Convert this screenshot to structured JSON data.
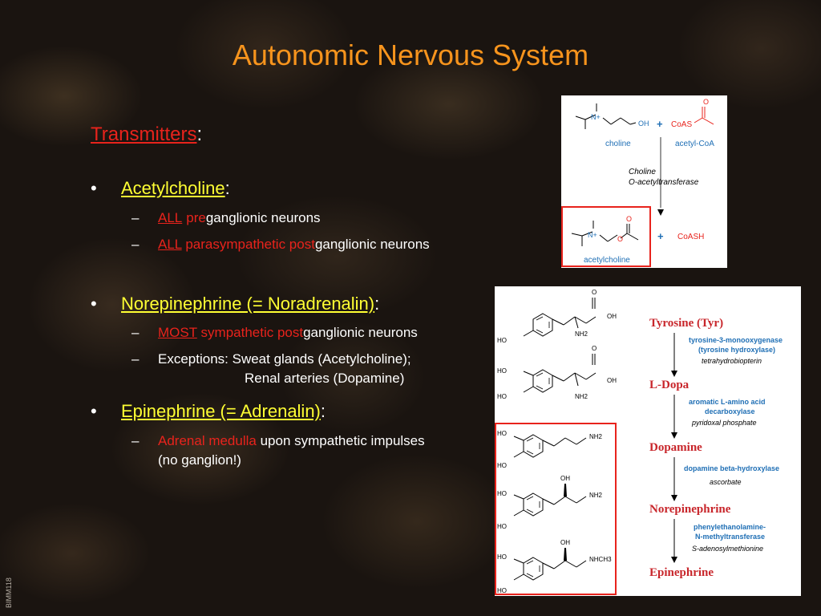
{
  "slide": {
    "title": "Autonomic Nervous System",
    "section_heading": "Transmitters",
    "section_colon": ":",
    "side_tag": "BIMM118"
  },
  "bullets": {
    "ach": {
      "label": "Acetylcholine",
      "colon": ":",
      "sub1": {
        "all": "ALL",
        "pre": "pre",
        "rest": "ganglionic neurons"
      },
      "sub2": {
        "all": "ALL",
        "para": " parasympathetic post",
        "rest": "ganglionic neurons"
      }
    },
    "ne": {
      "label": "Norepinephrine (= Noradrenalin)",
      "colon": ":",
      "sub1": {
        "most": "MOST",
        "symp": " sympathetic post",
        "rest": "ganglionic neurons"
      },
      "sub2": {
        "line1": "Exceptions: Sweat glands (Acetylcholine);",
        "line2": "Renal arteries (Dopamine)"
      }
    },
    "epi": {
      "label": "Epinephrine (= Adrenalin)",
      "colon": ":",
      "sub1": {
        "adrenal": "Adrenal medulla",
        "rest": " upon sympathetic impulses",
        "line2": "(no ganglion!)"
      }
    }
  },
  "ach_synthesis": {
    "choline": "choline",
    "acetyl_coa": "acetyl-CoA",
    "coas": "CoAS",
    "oh": "OH",
    "n_plus": "N+",
    "o": "O",
    "plus": "+",
    "enzyme_line1": "Choline",
    "enzyme_line2": "O-acetyltransferase",
    "product": "acetylcholine",
    "coash": "CoASH"
  },
  "catecholamine_pathway": {
    "tyrosine": "Tyrosine (Tyr)",
    "enzyme1_line1": "tyrosine-3-monooxygenase",
    "enzyme1_line2": "(tyrosine hydroxylase)",
    "cofactor1": "tetrahydrobiopterin",
    "ldopa": "L-Dopa",
    "enzyme2_line1": "aromatic L-amino acid",
    "enzyme2_line2": "decarboxylase",
    "cofactor2": "pyridoxal phosphate",
    "dopamine": "Dopamine",
    "enzyme3": "dopamine beta-hydroxylase",
    "cofactor3": "ascorbate",
    "norepinephrine": "Norepinephrine",
    "enzyme4_line1": "phenylethanolamine-",
    "enzyme4_line2": "N-methyltransferase",
    "cofactor4": "S-adenosylmethionine",
    "epinephrine": "Epinephrine",
    "struct_labels": {
      "ho": "HO",
      "oh": "OH",
      "o": "O",
      "nh2": "NH2",
      "nhch3": "NHCH3"
    }
  },
  "colors": {
    "title": "#f7941d",
    "heading_red": "#e8231c",
    "bullet_yellow": "#ffff33",
    "compound_red": "#c8262b",
    "enzyme_blue": "#1f6fb5",
    "highlight_box": "#e8231c"
  }
}
